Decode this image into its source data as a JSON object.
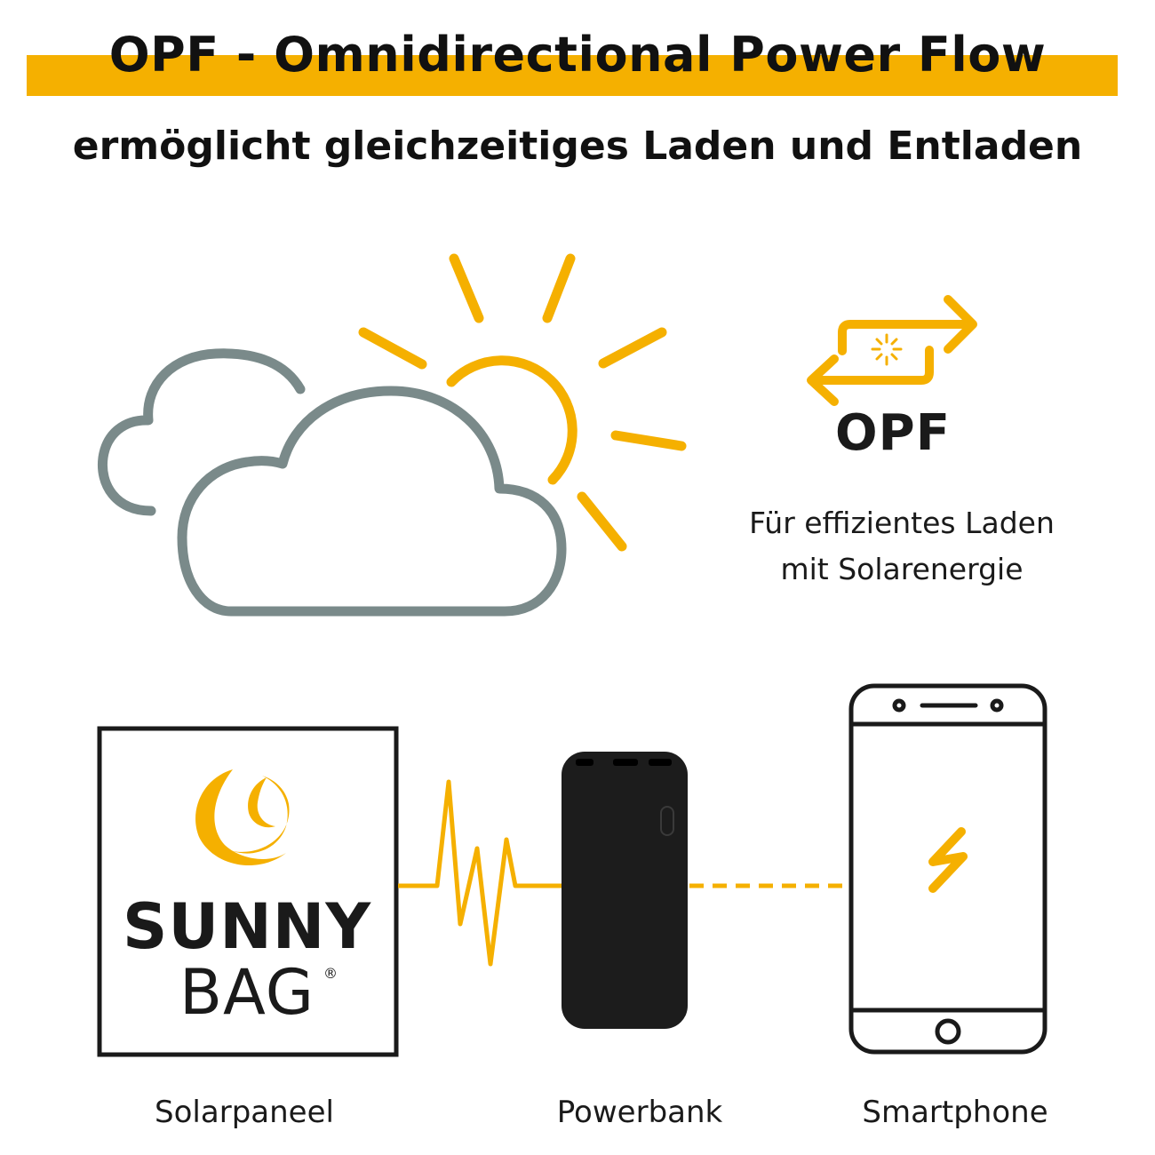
{
  "header": {
    "title": "OPF - Omnidirectional Power Flow",
    "subtitle": "ermöglicht gleichzeitiges Laden und Entladen"
  },
  "opf": {
    "label": "OPF",
    "description_line1": "Für effizientes Laden",
    "description_line2": "mit Solarenergie"
  },
  "logo": {
    "word1": "SUNNY",
    "word2": "BAG",
    "mark": "®"
  },
  "captions": {
    "solar": "Solarpaneel",
    "powerbank": "Powerbank",
    "smartphone": "Smartphone"
  },
  "icons": [
    "cloud-icon",
    "sun-icon",
    "opf-arrows-icon",
    "sunnybag-logo-icon",
    "powerbank-icon",
    "smartphone-icon",
    "lightning-icon"
  ],
  "colors": {
    "accent": "#F5B000",
    "cloud": "#7A8A8A",
    "dark": "#1a1a1a"
  }
}
